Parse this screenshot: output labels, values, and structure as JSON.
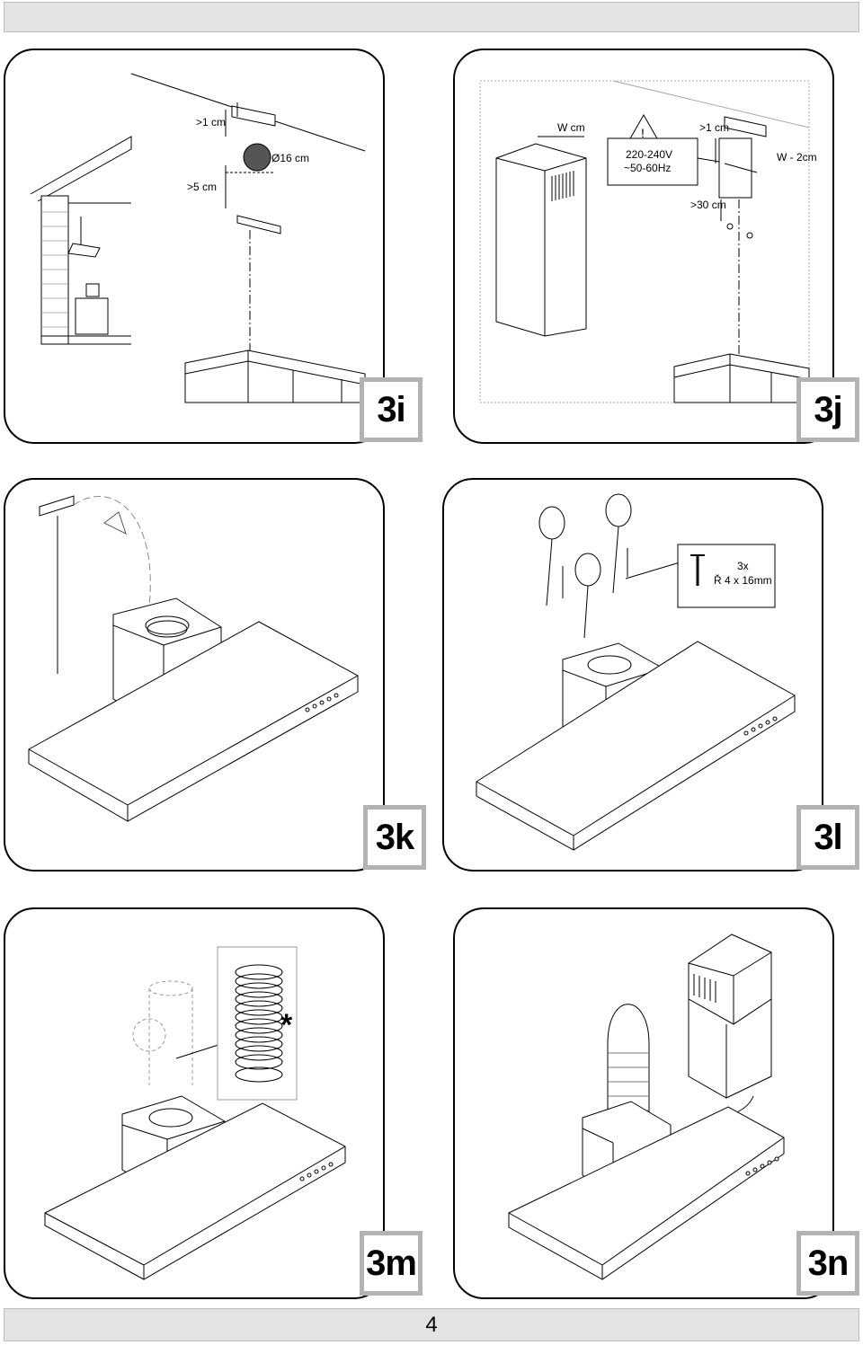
{
  "page": {
    "number": "4"
  },
  "panels": {
    "p3i": {
      "id": "3i",
      "labels": {
        "gap_top": ">1 cm",
        "diameter": "Ø16 cm",
        "gap_side": ">5 cm"
      }
    },
    "p3j": {
      "id": "3j",
      "labels": {
        "width": "W cm",
        "gap_top": ">1 cm",
        "voltage": "220-240V",
        "frequency": "~50-60Hz",
        "width_minus": "W - 2cm",
        "gap": ">30 cm"
      }
    },
    "p3k": {
      "id": "3k"
    },
    "p3l": {
      "id": "3l",
      "labels": {
        "count": "3x",
        "screw": "Ř 4 x 16mm"
      }
    },
    "p3m": {
      "id": "3m",
      "labels": {
        "optional": "*"
      }
    },
    "p3n": {
      "id": "3n"
    }
  }
}
